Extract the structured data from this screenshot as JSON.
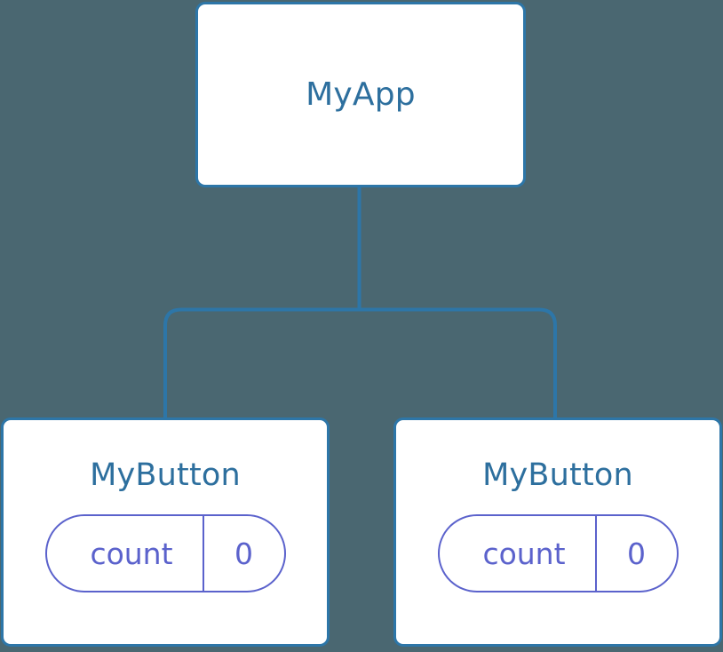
{
  "canvas": {
    "background_color": "#4a6771",
    "edge_color": "#2d76a8",
    "node_border_color": "#2d76a8",
    "node_fill_color": "#ffffff",
    "node_title_color": "#2d6f9e",
    "pill_color": "#5b62cc"
  },
  "tree": {
    "root": {
      "title": "MyApp"
    },
    "children": [
      {
        "title": "MyButton",
        "state": {
          "key": "count",
          "value": "0"
        }
      },
      {
        "title": "MyButton",
        "state": {
          "key": "count",
          "value": "0"
        }
      }
    ]
  }
}
